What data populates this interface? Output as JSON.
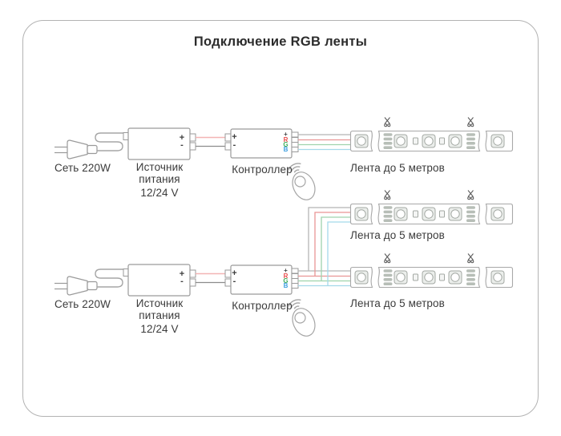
{
  "title": "Подключение RGB ленты",
  "terminals": {
    "plus": "+",
    "minus": "-",
    "red": "R",
    "green": "G",
    "blue": "B"
  },
  "diagrams": [
    {
      "plug_label": "Сеть 220W",
      "psu_label": [
        "Источник",
        "питания"
      ],
      "psu_voltage": "12/24 V",
      "controller_label": "Контроллер",
      "strips": [
        {
          "label": "Лента до 5 метров"
        }
      ]
    },
    {
      "plug_label": "Сеть 220W",
      "psu_label": [
        "Источник",
        "питания"
      ],
      "psu_voltage": "12/24 V",
      "controller_label": "Контроллер",
      "strips": [
        {
          "label": "Лента до 5 метров"
        },
        {
          "label": "Лента до 5 метров"
        }
      ]
    }
  ],
  "icons": {
    "scissors": "scissors-cut-marker",
    "remote": "rf-remote-with-signal-waves",
    "plug": "ac-power-plug"
  },
  "colors": {
    "frame-border": "#b3b3b3",
    "outline": "#9a9a9a",
    "outline-light": "#a8a8a8",
    "text": "#3b3b3b",
    "title-text": "#2c2c2c",
    "wire-supply-plus": "#f3b4b4",
    "wire-supply-minus": "#8c8c8c",
    "wire-plus": "#b5b5b5",
    "wire-red": "#e99595",
    "wire-green": "#9fd3ad",
    "wire-blue": "#a4d9ea",
    "terminal-red": "#e84c4c",
    "terminal-green": "#3fae5c",
    "terminal-blue": "#3e9fe0",
    "pad": "#b7beb7",
    "led-fill": "#ebeeeb",
    "scissors": "#555555"
  }
}
